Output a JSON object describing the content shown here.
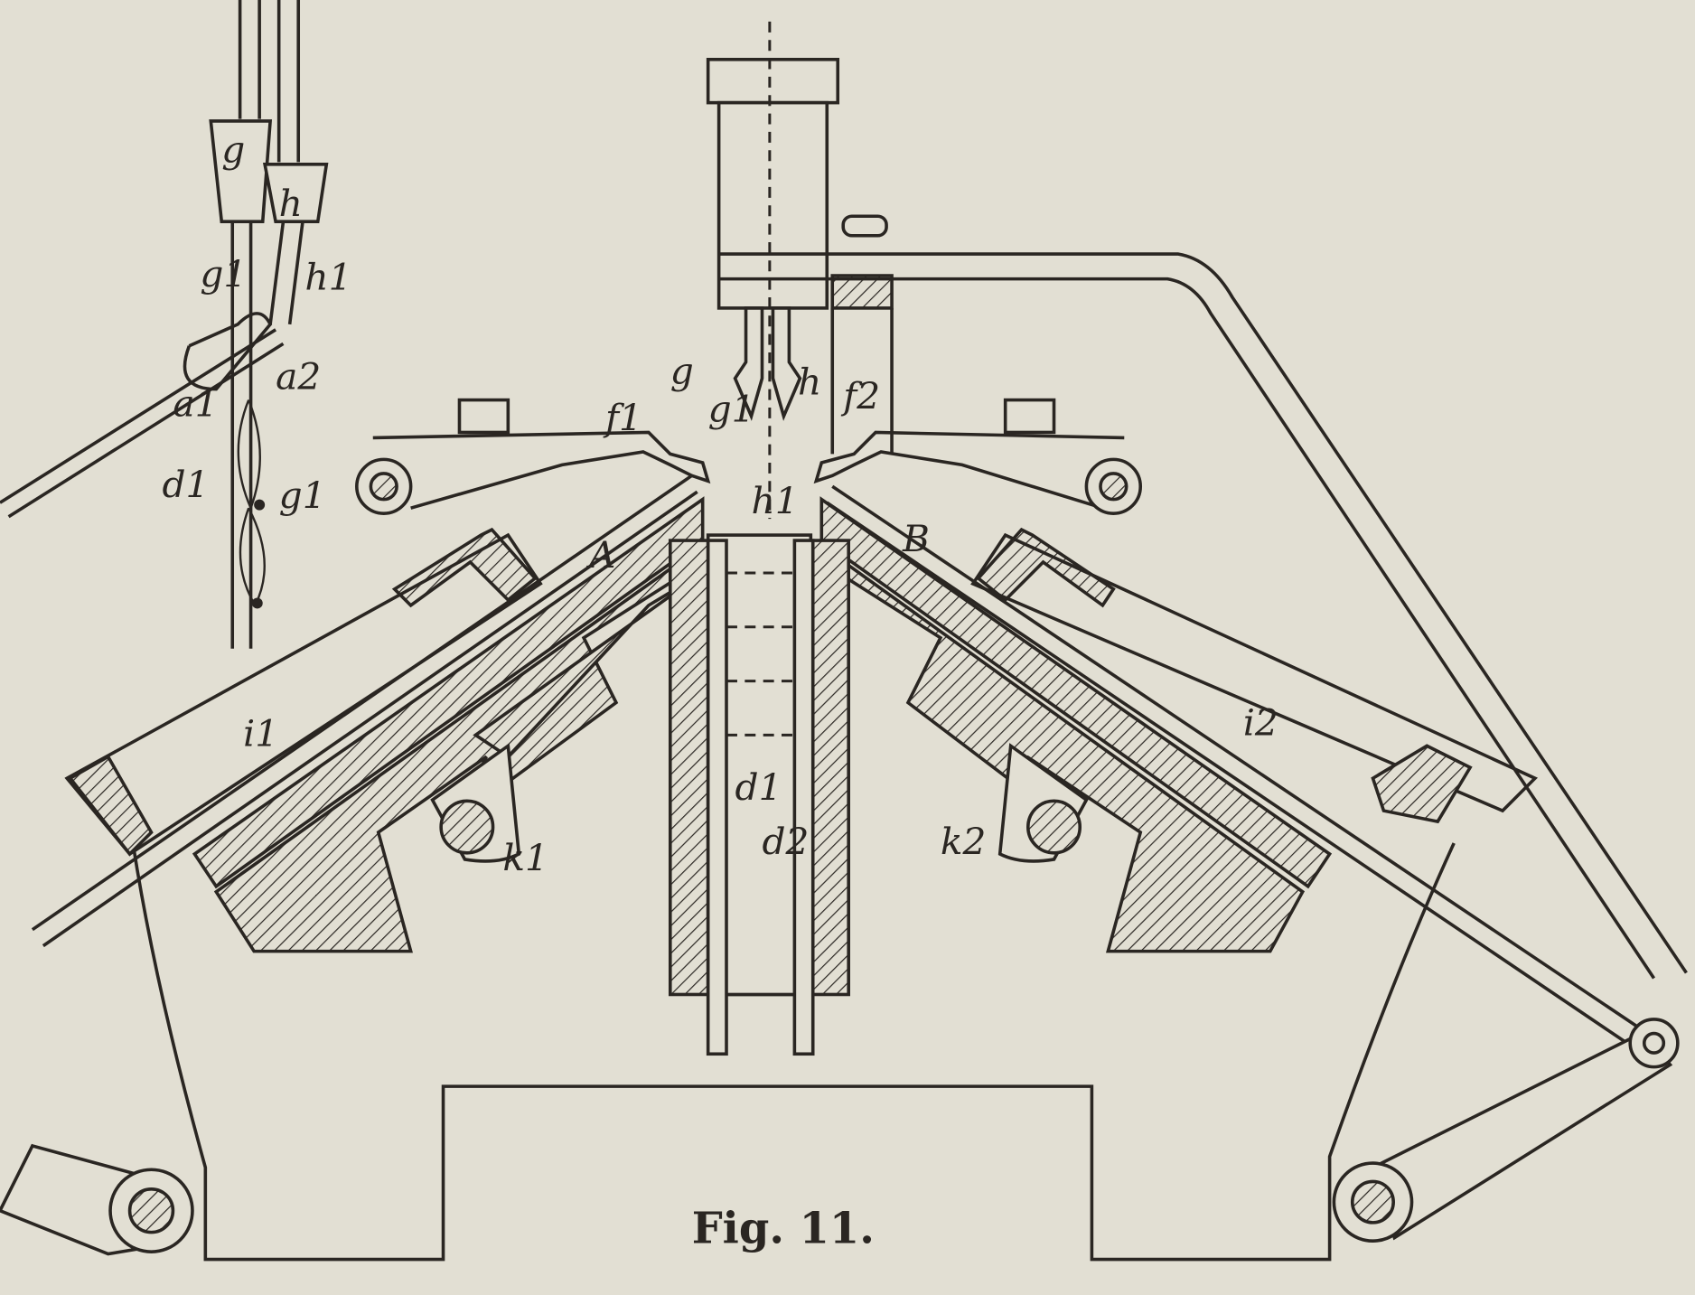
{
  "caption": "Fig. 11.",
  "labels": {
    "inset_g": "g",
    "inset_h": "h",
    "inset_g1": "g1",
    "inset_h1": "h1",
    "inset_a1": "a1",
    "inset_a2": "a2",
    "inset_d1": "d1",
    "inset_g1_lower": "g1",
    "main_g": "g",
    "main_h": "h",
    "main_g1": "g1",
    "main_h1": "h1",
    "f1": "f1",
    "f2": "f2",
    "A": "A",
    "B": "B",
    "i1": "i1",
    "i2": "i2",
    "k1": "k1",
    "k2": "k2",
    "d1": "d1",
    "d2": "d2"
  }
}
